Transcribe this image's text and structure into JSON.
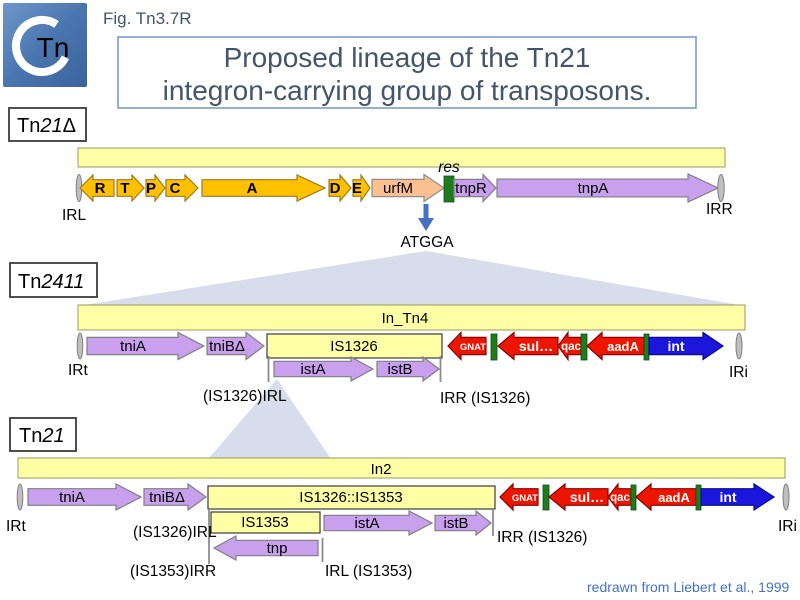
{
  "header": {
    "fig_label": "Fig. Tn3.7R",
    "title_line1": "Proposed lineage of the Tn21",
    "title_line2": "integron-carrying group of transposons.",
    "logo_text": "Tn"
  },
  "credit": "redrawn from Liebert et al., 1999",
  "colors": {
    "accent_blue": "#4472C4",
    "title_text": "#44546A",
    "backbone_yellow": "#FFFFA6",
    "gene_gold": "#FFC000",
    "gene_peach": "#FAC090",
    "gene_lavender": "#C9A0EE",
    "cassette_red": "#EE1500",
    "attc_green": "#1E7B1E",
    "integrase_blue": "#1A16DB",
    "ir_marker_gray": "#BFBFBF",
    "wedge_blue": "#D7DDEB"
  },
  "sections": {
    "tn21delta": {
      "name_prefix": "Tn",
      "name_number": "21",
      "name_suffix": "Δ",
      "ir_left": "IRL",
      "ir_right": "IRR",
      "res_label": "res",
      "insertion_site": "ATGGA",
      "genes": {
        "r": "R",
        "t": "T",
        "p": "P",
        "c": "C",
        "a": "A",
        "d": "D",
        "e": "E",
        "urfM": "urfM",
        "tnpR": "tnpR",
        "tnpA": "tnpA"
      }
    },
    "tn2411": {
      "name_prefix": "Tn",
      "name_number": "2411",
      "bar_label": "In_Tn4",
      "genes": {
        "tniA": "tniA",
        "tniB": "tniBΔ",
        "is1326": "IS1326",
        "istA": "istA",
        "istB": "istB",
        "gnat": "GNAT",
        "sul": "sul…",
        "qac": "qac",
        "aadA": "aadA",
        "int": "int"
      },
      "labels": {
        "irt": "IRt",
        "is1326_irl": "(IS1326)IRL",
        "irr_is1326": "IRR (IS1326)",
        "iri": "IRi"
      }
    },
    "tn21": {
      "name_prefix": "Tn",
      "name_number": "21",
      "bar_label": "In2",
      "genes": {
        "tniA": "tniA",
        "tniB": "tniBΔ",
        "is_fusion": "IS1326::IS1353",
        "is1353": "IS1353",
        "istA": "istA",
        "istB": "istB",
        "tnp": "tnp",
        "gnat": "GNAT",
        "sul": "sul…",
        "qac": "qac",
        "aadA": "aadA",
        "int": "int"
      },
      "labels": {
        "irt": "IRt",
        "is1326_irl": "(IS1326)IRL",
        "irr_is1326": "IRR (IS1326)",
        "is1353_irr": "(IS1353)IRR",
        "irl_is1353": "IRL (IS1353)",
        "iri": "IRi"
      }
    }
  }
}
